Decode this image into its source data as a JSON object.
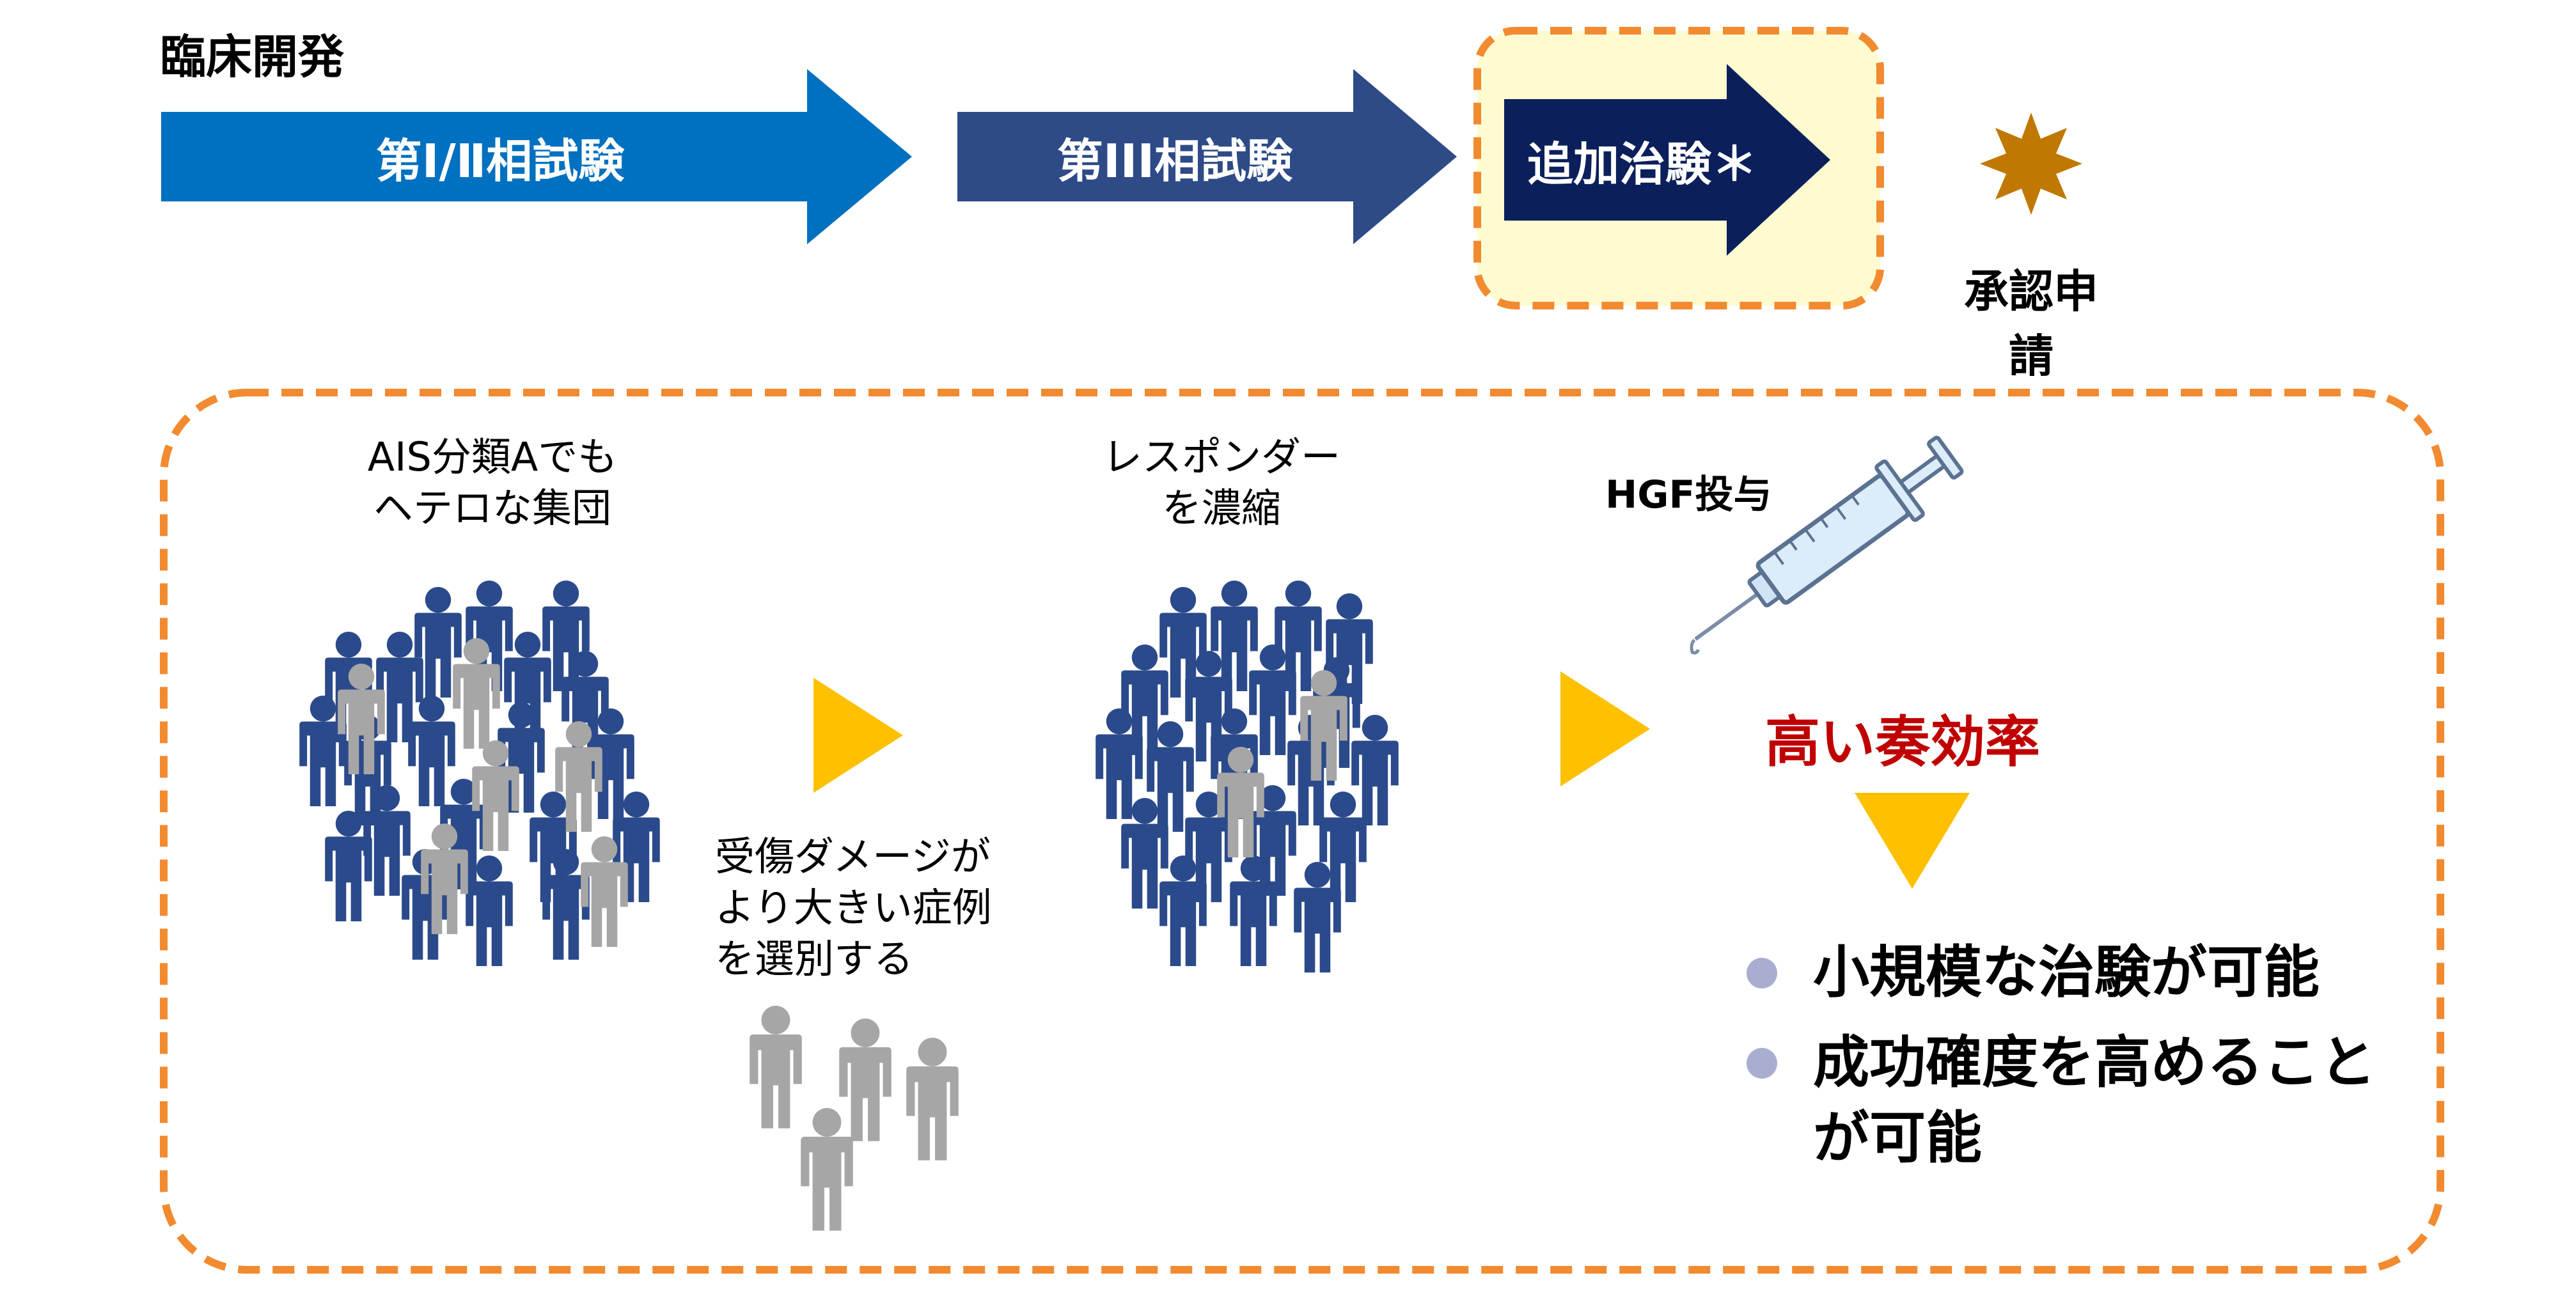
{
  "header": {
    "title": "臨床開発"
  },
  "phases": [
    {
      "label": "第Ⅰ/Ⅱ相試験",
      "color": "#0070c0"
    },
    {
      "label": "第III相試験",
      "color": "#2e4a87"
    },
    {
      "label": "追加治験＊",
      "color": "#0b1f5b"
    }
  ],
  "approval": {
    "label": "承認申請",
    "color": "#c07800"
  },
  "highlight": {
    "border": "#f28a30",
    "fill": "#fffbd0"
  },
  "flow": {
    "population_label": [
      "AIS分類Aでも",
      "ヘテロな集団"
    ],
    "selection_label": [
      "受傷ダメージが",
      "より大きい症例",
      "を選別する"
    ],
    "responder_label": [
      "レスポンダー",
      "を濃縮"
    ],
    "treatment_label": "HGF投与",
    "result_label": "高い奏効率"
  },
  "benefits": [
    {
      "lines": [
        "小規模な治験が可能"
      ]
    },
    {
      "lines": [
        "成功確度を高めること",
        "が可能"
      ]
    }
  ],
  "colors": {
    "person_blue": "#2b4a8b",
    "person_gray": "#a6a6a6",
    "triangle": "#ffc000",
    "bullet": "#a9aed0"
  }
}
